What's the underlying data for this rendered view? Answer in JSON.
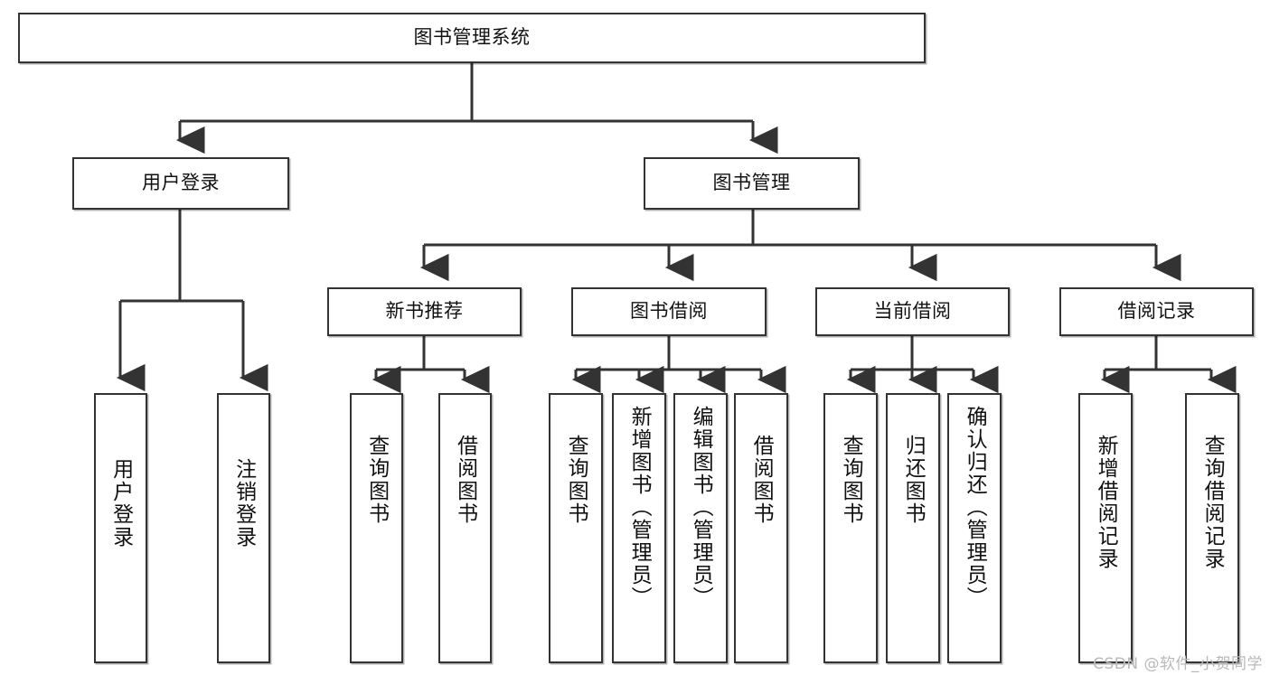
{
  "diagram": {
    "type": "tree-hierarchy",
    "title": "图书管理系统",
    "watermark": "CSDN @软件_小贺同学",
    "colors": {
      "background": "#ffffff",
      "box_border": "#333333",
      "box_fill": "#ffffff",
      "connector": "#333333",
      "text": "#111111",
      "watermark": "#b9b9b9"
    },
    "root": {
      "label": "图书管理系统"
    },
    "level2": [
      {
        "label": "用户登录"
      },
      {
        "label": "图书管理"
      }
    ],
    "level3": [
      {
        "label": "新书推荐"
      },
      {
        "label": "图书借阅"
      },
      {
        "label": "当前借阅"
      },
      {
        "label": "借阅记录"
      }
    ],
    "leaves": {
      "user_login": [
        {
          "label": "用户登录"
        },
        {
          "label": "注销登录"
        }
      ],
      "new_book_recommend": [
        {
          "label": "查询图书"
        },
        {
          "label": "借阅图书"
        }
      ],
      "book_borrow": [
        {
          "label": "查询图书"
        },
        {
          "label": "新增图书（管理员）"
        },
        {
          "label": "编辑图书（管理员）"
        },
        {
          "label": "借阅图书"
        }
      ],
      "current_borrow": [
        {
          "label": "查询图书"
        },
        {
          "label": "归还图书"
        },
        {
          "label": "确认归还（管理员）"
        }
      ],
      "borrow_record": [
        {
          "label": "新增借阅记录"
        },
        {
          "label": "查询借阅记录"
        }
      ]
    }
  }
}
